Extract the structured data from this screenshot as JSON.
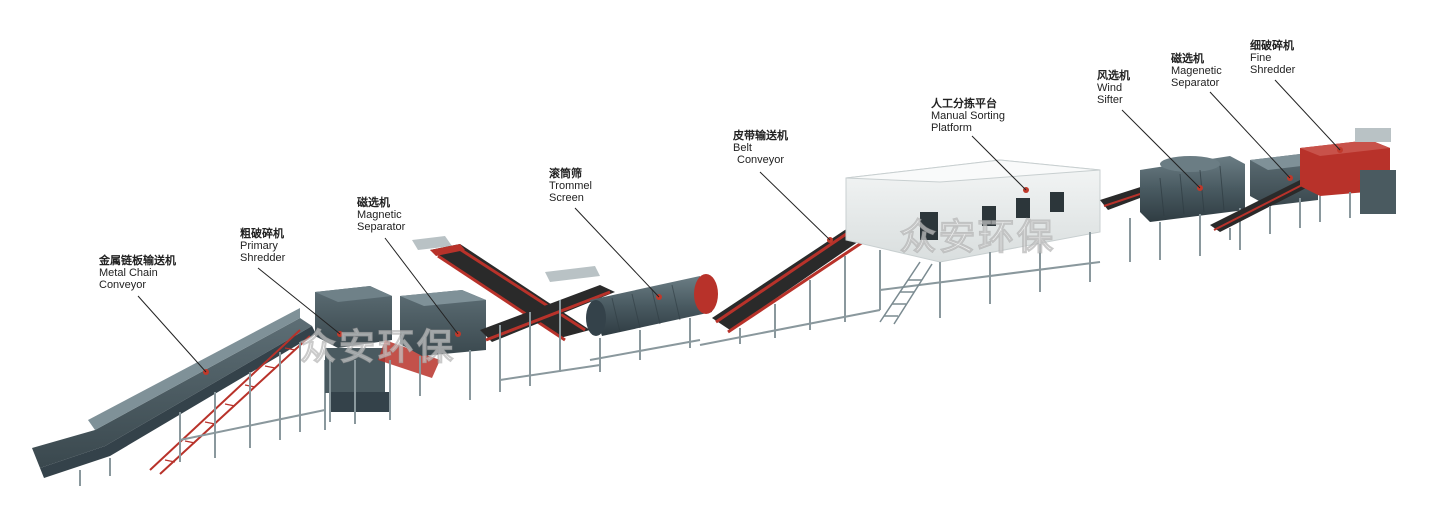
{
  "labels": [
    {
      "id": "metal-chain",
      "zh": "金属链板输送机",
      "en1": "Metal Chain",
      "en2": "Conveyor"
    },
    {
      "id": "primary-shredder",
      "zh": "粗破碎机",
      "en1": "Primary",
      "en2": "Shredder"
    },
    {
      "id": "magnetic-separator-1",
      "zh": "磁选机",
      "en1": "Magnetic",
      "en2": "Separator"
    },
    {
      "id": "trommel",
      "zh": "滚筒筛",
      "en1": "Trommel",
      "en2": "Screen"
    },
    {
      "id": "belt-conveyor",
      "zh": "皮带输送机",
      "en1": "Belt",
      "en2": "Conveyor"
    },
    {
      "id": "manual-sorting",
      "zh": "人工分拣平台",
      "en1": "Manual Sorting",
      "en2": "Platform"
    },
    {
      "id": "wind-sifter",
      "zh": "风选机",
      "en1": "Wind",
      "en2": "Sifter"
    },
    {
      "id": "magnetic-separator-2",
      "zh": "磁选机",
      "en1": "Magenetic",
      "en2": "Separator"
    },
    {
      "id": "fine-shredder",
      "zh": "细破碎机",
      "en1": "Fine",
      "en2": "Shredder"
    }
  ],
  "watermark": "众安环保",
  "colors": {
    "steel": "#4a5a60",
    "steel_dark": "#34424a",
    "belt": "#2a2a2a",
    "red": "#b8322a",
    "frame": "#7a8a90",
    "building": "#e9ecec"
  }
}
